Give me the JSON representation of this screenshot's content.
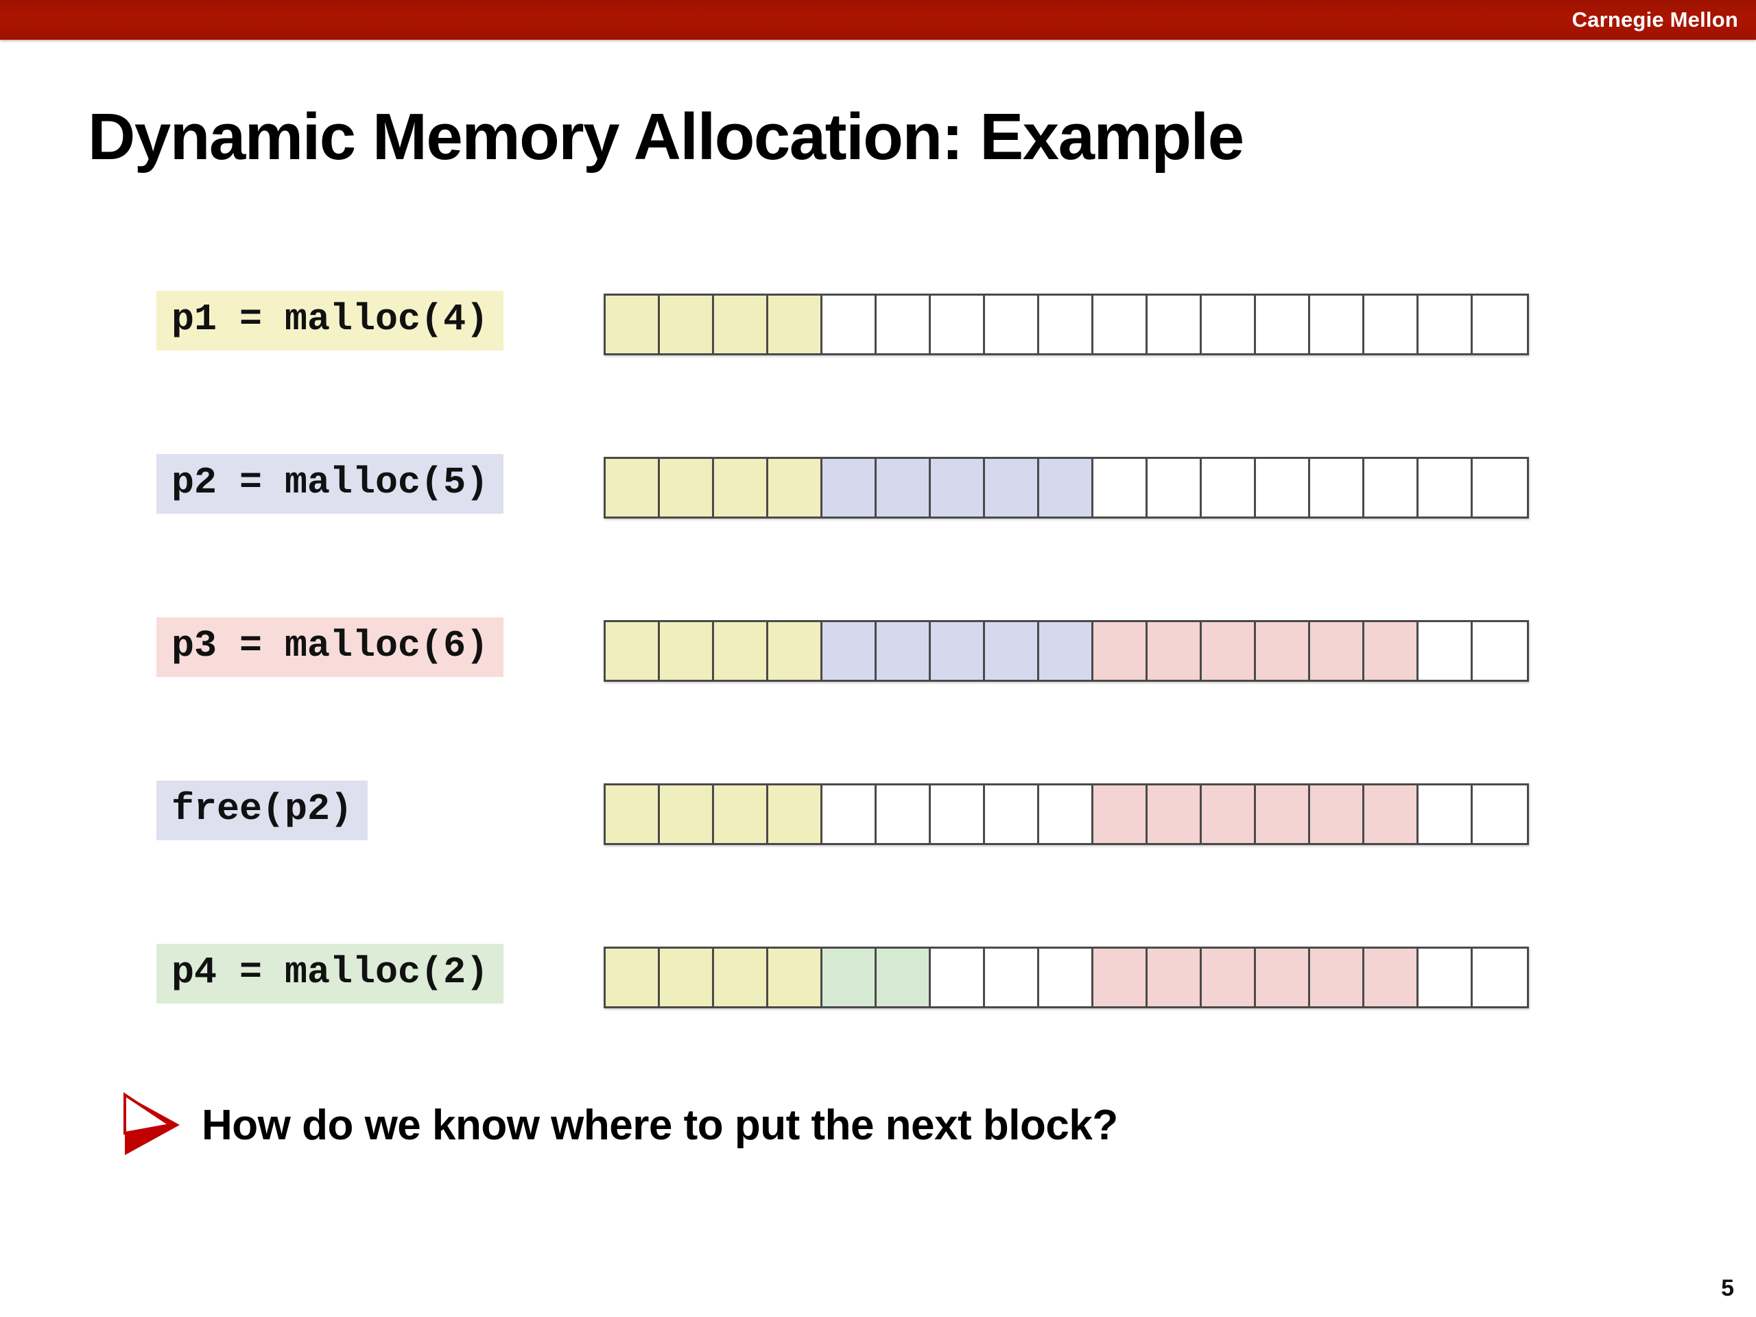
{
  "header": {
    "brand": "Carnegie Mellon",
    "band_color": "#a51400"
  },
  "title": "Dynamic Memory Allocation: Example",
  "palette": {
    "yellow": "#f0eebc",
    "blue": "#d6d9ed",
    "pink": "#f3d4d2",
    "green": "#d6e9d3",
    "white": "#ffffff",
    "cell_border": "#4a4a4a",
    "bullet_red": "#c00000"
  },
  "memory": {
    "total_cells": 17,
    "rows": [
      {
        "label": "p1 = malloc(4)",
        "label_bg": "#f5f2c8",
        "cells": [
          "yellow",
          "yellow",
          "yellow",
          "yellow",
          "white",
          "white",
          "white",
          "white",
          "white",
          "white",
          "white",
          "white",
          "white",
          "white",
          "white",
          "white",
          "white"
        ]
      },
      {
        "label": "p2 = malloc(5)",
        "label_bg": "#dee0f0",
        "cells": [
          "yellow",
          "yellow",
          "yellow",
          "yellow",
          "blue",
          "blue",
          "blue",
          "blue",
          "blue",
          "white",
          "white",
          "white",
          "white",
          "white",
          "white",
          "white",
          "white"
        ]
      },
      {
        "label": "p3 = malloc(6)",
        "label_bg": "#f8dcda",
        "cells": [
          "yellow",
          "yellow",
          "yellow",
          "yellow",
          "blue",
          "blue",
          "blue",
          "blue",
          "blue",
          "pink",
          "pink",
          "pink",
          "pink",
          "pink",
          "pink",
          "white",
          "white"
        ]
      },
      {
        "label": "free(p2)",
        "label_bg": "#dee0f0",
        "cells": [
          "yellow",
          "yellow",
          "yellow",
          "yellow",
          "white",
          "white",
          "white",
          "white",
          "white",
          "pink",
          "pink",
          "pink",
          "pink",
          "pink",
          "pink",
          "white",
          "white"
        ]
      },
      {
        "label": "p4 = malloc(2)",
        "label_bg": "#dcecd7",
        "cells": [
          "yellow",
          "yellow",
          "yellow",
          "yellow",
          "green",
          "green",
          "white",
          "white",
          "white",
          "pink",
          "pink",
          "pink",
          "pink",
          "pink",
          "pink",
          "white",
          "white"
        ]
      }
    ]
  },
  "bullet": {
    "marker": "arrowhead-bullet",
    "text": "How do we know where to put the next block?"
  },
  "page_number": "5"
}
